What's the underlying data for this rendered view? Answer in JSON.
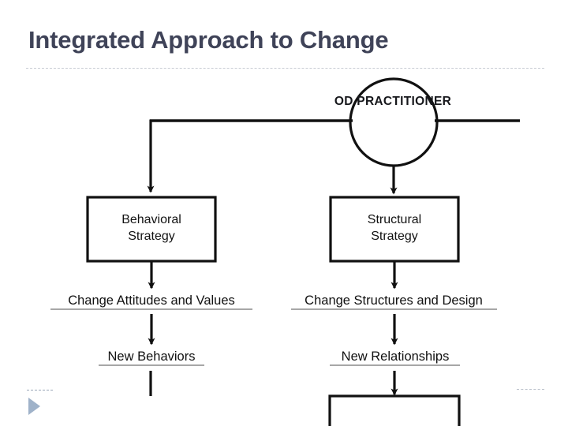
{
  "slide": {
    "title": "Integrated Approach to Change",
    "title_color": "#3f4358",
    "background_color": "#ffffff",
    "accent_color": "#9fb2c9",
    "line_color": "#111111"
  },
  "diagram": {
    "hub": {
      "label": "OD PRACTITIONER",
      "shape": "circle"
    },
    "branches": [
      {
        "box_label": "Behavioral\nStrategy",
        "box_line_1": "Behavioral",
        "box_line_2": "Strategy",
        "step_2": "Change Attitudes and Values",
        "step_3": "New Behaviors"
      },
      {
        "box_label": "Structural\nStrategy",
        "box_line_1": "Structural",
        "box_line_2": "Strategy",
        "step_2": "Change Structures and Design",
        "step_3": "New Relationships"
      }
    ]
  },
  "footer": {
    "nav_icon": "play-triangle-icon"
  }
}
